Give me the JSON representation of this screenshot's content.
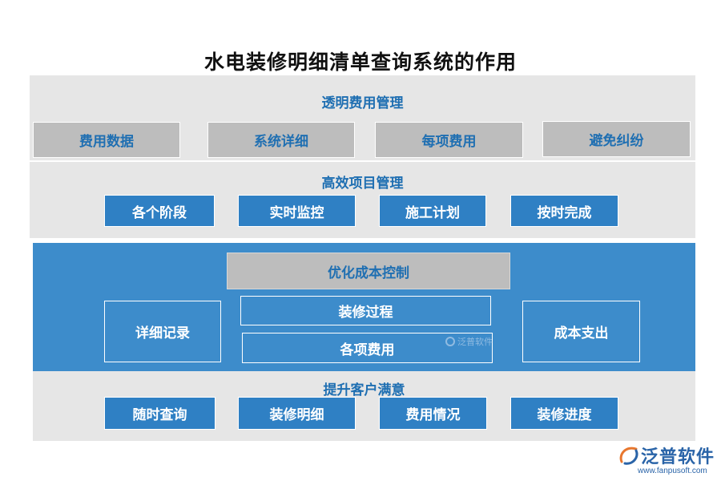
{
  "title": "水电装修明细清单查询系统的作用",
  "sections": {
    "transparent": {
      "heading": "透明费用管理",
      "items": [
        "费用数据",
        "系统详细",
        "每项费用",
        "避免纠纷"
      ]
    },
    "efficient": {
      "heading": "高效项目管理",
      "items": [
        "各个阶段",
        "实时监控",
        "施工计划",
        "按时完成"
      ]
    },
    "cost": {
      "heading": "优化成本控制",
      "left": "详细记录",
      "center_top": "装修过程",
      "center_bottom": "各项费用",
      "right": "成本支出"
    },
    "satisfaction": {
      "heading": "提升客户满意",
      "items": [
        "随时查询",
        "装修明细",
        "费用情况",
        "装修进度"
      ]
    }
  },
  "watermark": "泛普软件",
  "logo": {
    "name": "泛普软件",
    "url": "www.fanpusoft.com"
  }
}
